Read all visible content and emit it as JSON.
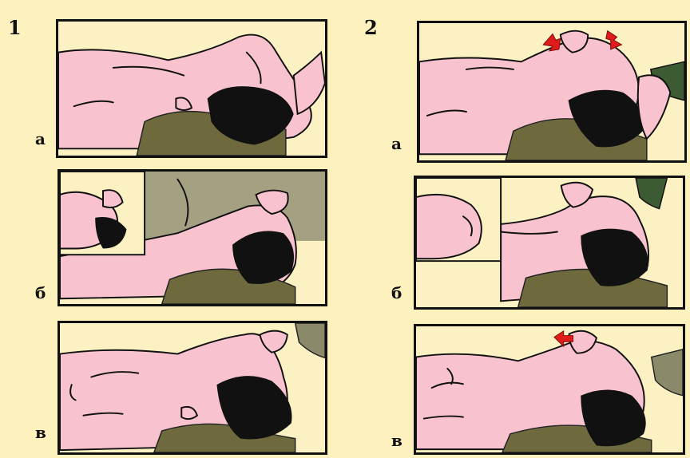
{
  "columns": [
    {
      "number": "1",
      "panels": [
        {
          "label": "а"
        },
        {
          "label": "б"
        },
        {
          "label": "в"
        }
      ]
    },
    {
      "number": "2",
      "panels": [
        {
          "label": "а"
        },
        {
          "label": "б"
        },
        {
          "label": "в"
        }
      ]
    }
  ],
  "colors": {
    "background": "#fdf2bd",
    "skin": "#f8c3cf",
    "pad": "#6f6a3d",
    "arrow": "#e01b1b",
    "outline": "#111111"
  }
}
